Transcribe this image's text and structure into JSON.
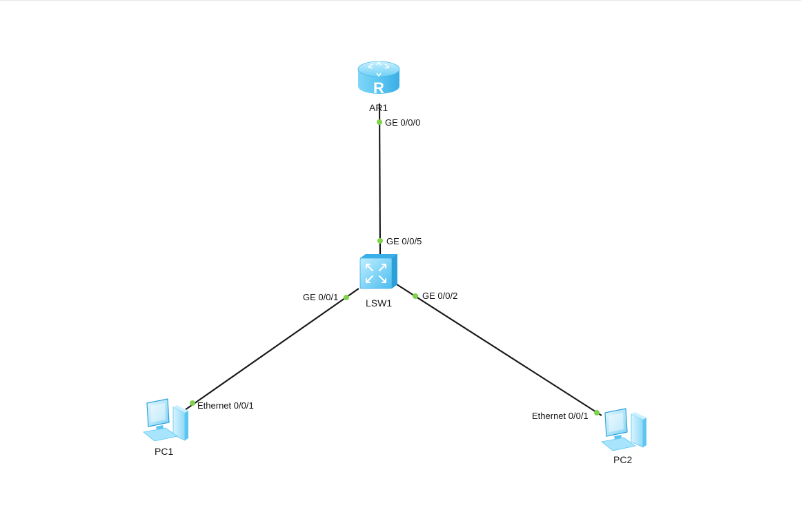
{
  "devices": {
    "router": {
      "name": "AR1",
      "icon": "router-icon",
      "glyph": "R"
    },
    "switch": {
      "name": "LSW1",
      "icon": "switch-icon"
    },
    "pc1": {
      "name": "PC1",
      "icon": "pc-icon"
    },
    "pc2": {
      "name": "PC2",
      "icon": "pc-icon"
    }
  },
  "ports": {
    "ar1_ge000": "GE 0/0/0",
    "lsw1_ge005": "GE 0/0/5",
    "lsw1_ge001": "GE 0/0/1",
    "lsw1_ge002": "GE 0/0/2",
    "pc1_eth001": "Ethernet 0/0/1",
    "pc2_eth001": "Ethernet 0/0/1"
  },
  "links": [
    {
      "from": "AR1",
      "from_port": "GE 0/0/0",
      "to": "LSW1",
      "to_port": "GE 0/0/5"
    },
    {
      "from": "LSW1",
      "from_port": "GE 0/0/1",
      "to": "PC1",
      "to_port": "Ethernet 0/0/1"
    },
    {
      "from": "LSW1",
      "from_port": "GE 0/0/2",
      "to": "PC2",
      "to_port": "Ethernet 0/0/1"
    }
  ],
  "colors": {
    "link": "#1a1a1a",
    "port_up": "#7ed34a",
    "device_light": "#a8e4fb",
    "device_mid": "#5cc6f2",
    "device_dark": "#2a9fd8"
  }
}
